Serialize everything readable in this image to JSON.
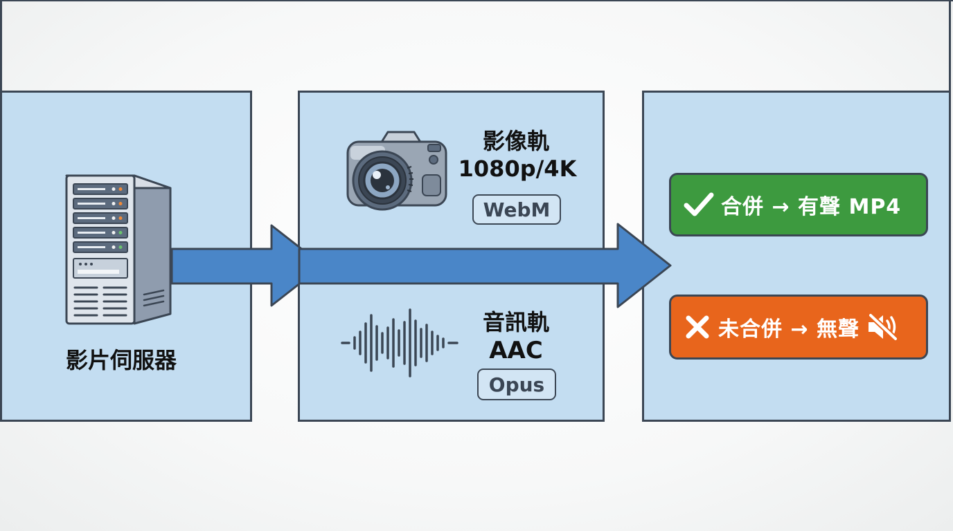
{
  "server": {
    "label": "影片伺服器",
    "icon": "server-icon"
  },
  "video_track": {
    "title": "影像軌",
    "resolution": "1080p/4K",
    "format": "WebM",
    "icon": "camera-icon"
  },
  "audio_track": {
    "title": "音訊軌",
    "codec": "AAC",
    "format": "Opus",
    "icon": "audio-waveform-icon"
  },
  "results": {
    "merged": {
      "text": "合併 → 有聲 MP4",
      "color": "#3d9a3f",
      "icon": "check-icon"
    },
    "not_merged": {
      "text": "未合併 → 無聲",
      "color": "#e8651c",
      "icon": "cross-icon",
      "trailing_icon": "muted-speaker-icon"
    }
  },
  "colors": {
    "panel_fill": "#c3ddf1",
    "outline": "#3b4654",
    "arrow": "#4a86c8"
  }
}
